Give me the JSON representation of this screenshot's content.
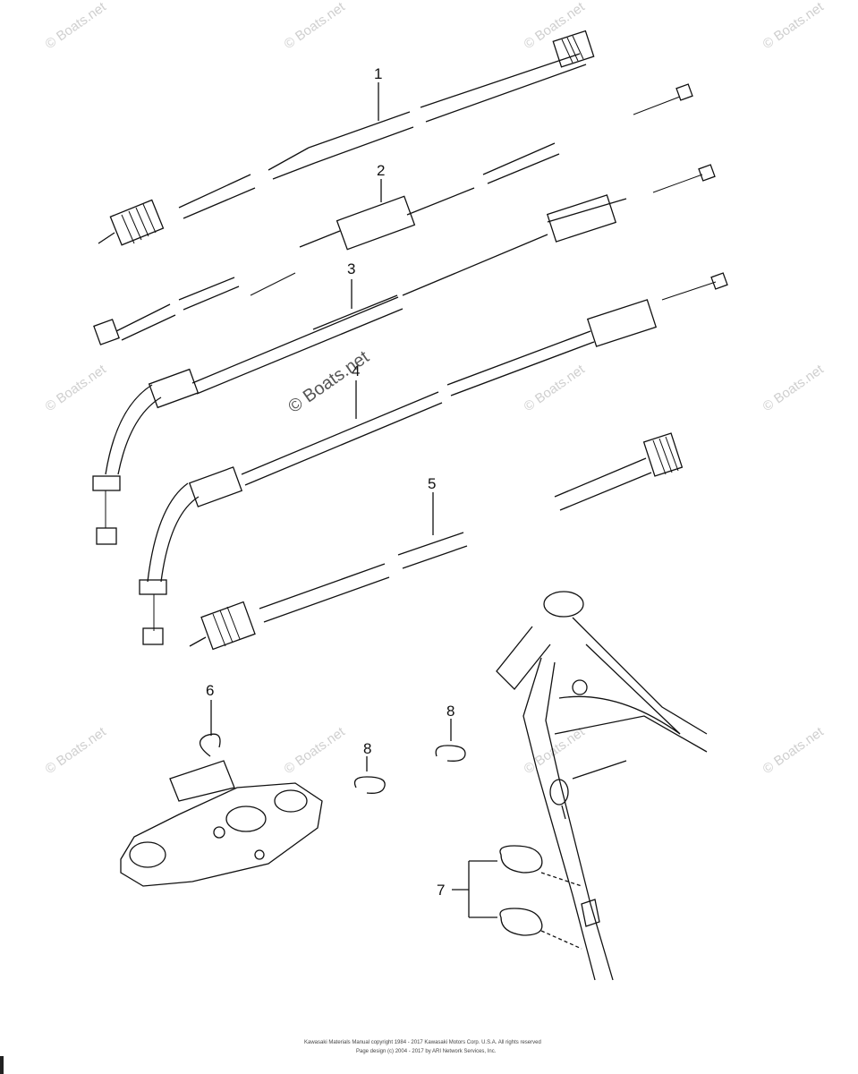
{
  "callouts": {
    "c1": "1",
    "c2": "2",
    "c3": "3",
    "c4": "4",
    "c5": "5",
    "c6": "6",
    "c7": "7",
    "c8a": "8",
    "c8b": "8"
  },
  "watermark": {
    "text": "© Boats.net",
    "center_text": "© Boats.net"
  },
  "footer": {
    "line1": "Kawasaki Materials Manual copyright 1984 - 2017 Kawasaki Motors Corp. U.S.A. All rights reserved",
    "line2": "Page design (c) 2004 - 2017 by ARI Network Services, Inc."
  }
}
